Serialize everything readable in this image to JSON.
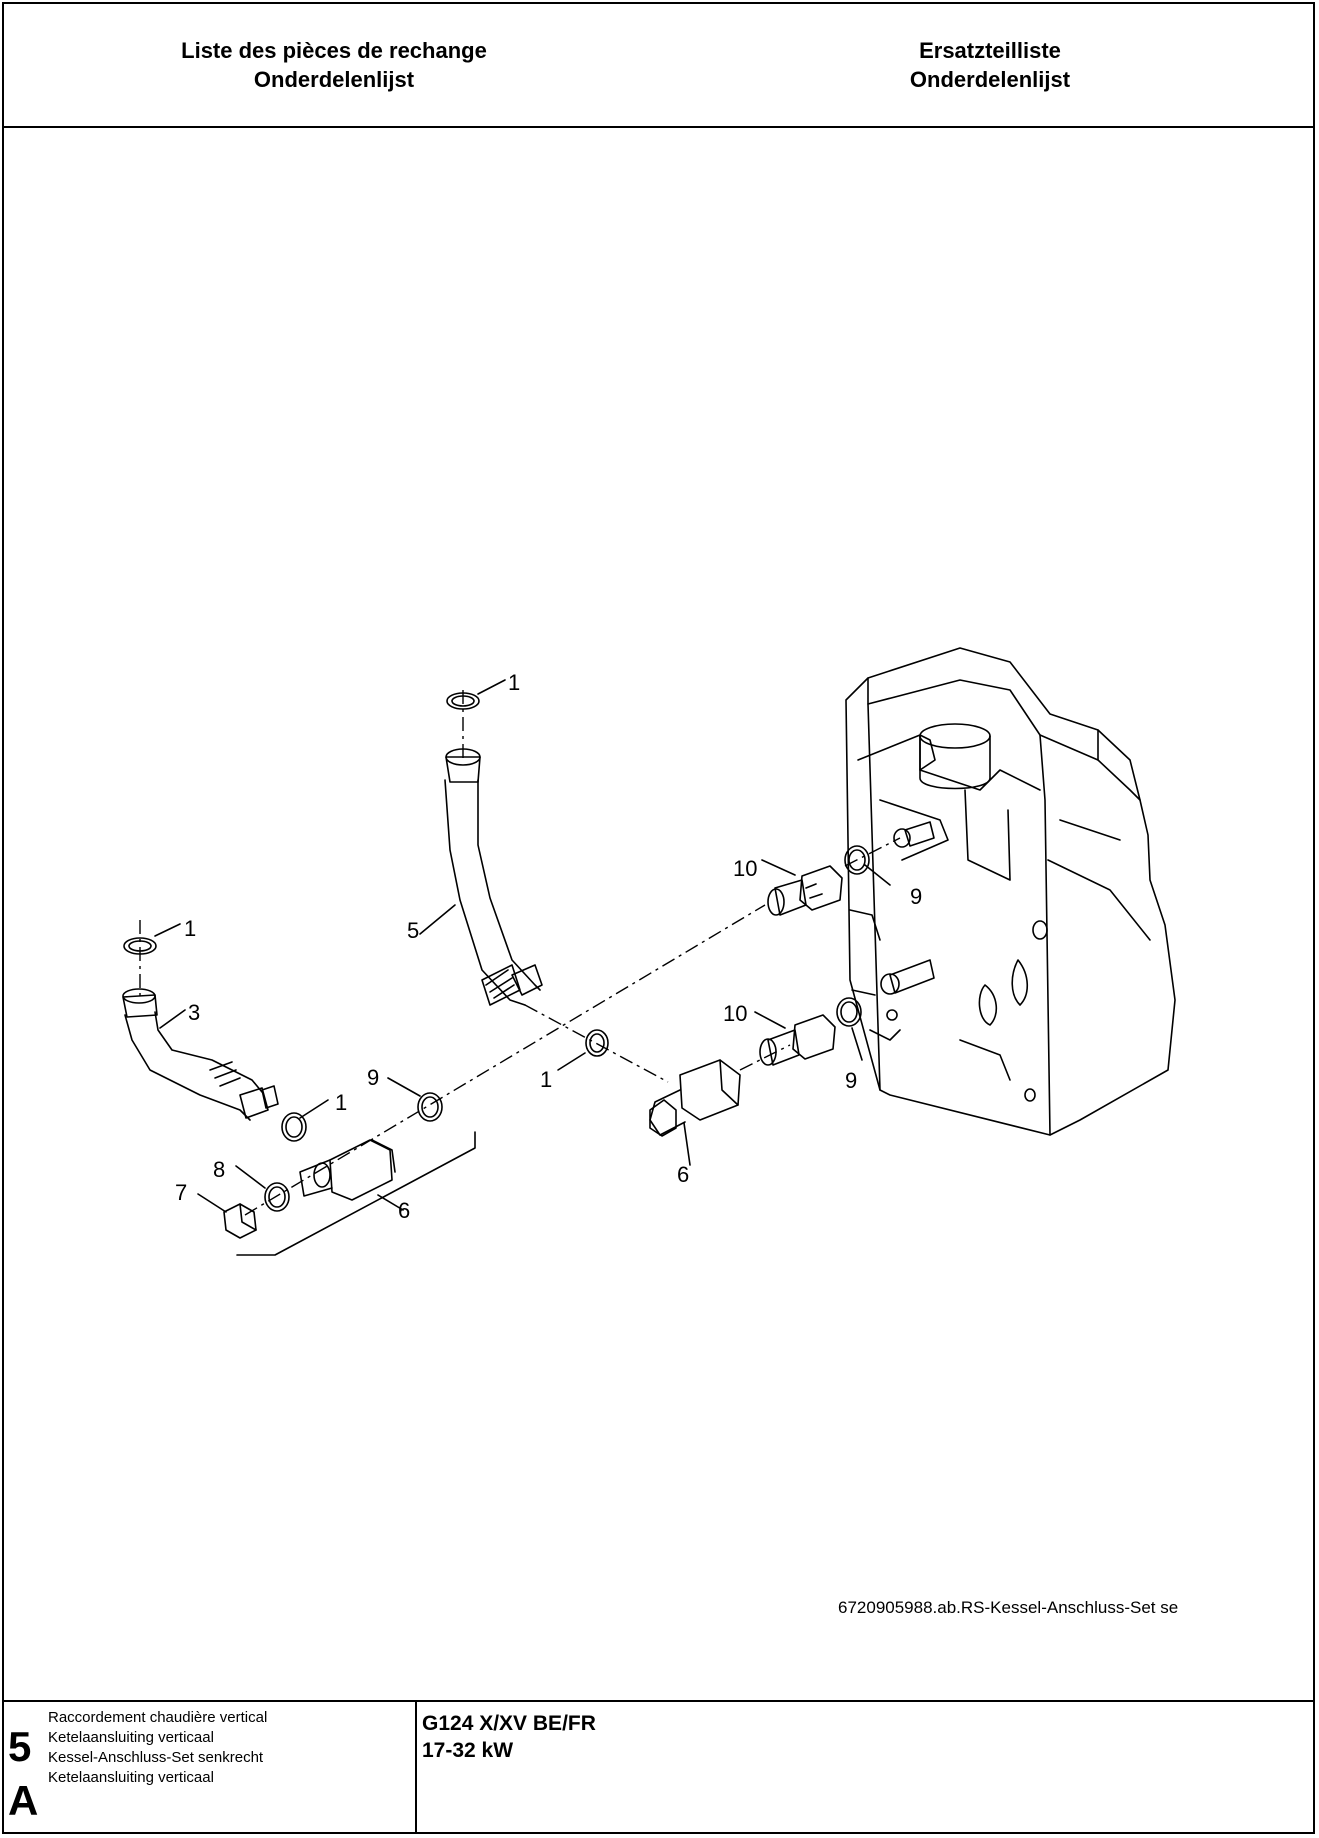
{
  "header": {
    "left_line1": "Liste des pièces de rechange",
    "left_line2": "Onderdelenlijst",
    "right_line1": "Ersatzteilliste",
    "right_line2": "Onderdelenlijst"
  },
  "callouts": {
    "c1_top": "1",
    "c1_left": "1",
    "c3": "3",
    "c5": "5",
    "c1_mid": "1",
    "c9_left": "9",
    "c1_center": "1",
    "c8": "8",
    "c7": "7",
    "c6_left": "6",
    "c6_right": "6",
    "c10_top": "10",
    "c9_top": "9",
    "c10_bottom": "10",
    "c9_bottom": "9"
  },
  "drawing_reference": "6720905988.ab.RS-Kessel-Anschluss-Set se",
  "footer": {
    "section_number": "5",
    "section_letter": "A",
    "descriptions": [
      "Raccordement chaudière vertical",
      "Ketelaansluiting verticaal",
      "Kessel-Anschluss-Set senkrecht",
      "Ketelaansluiting verticaal"
    ],
    "model_line1": "G124 X/XV BE/FR",
    "model_line2": "17-32 kW"
  }
}
